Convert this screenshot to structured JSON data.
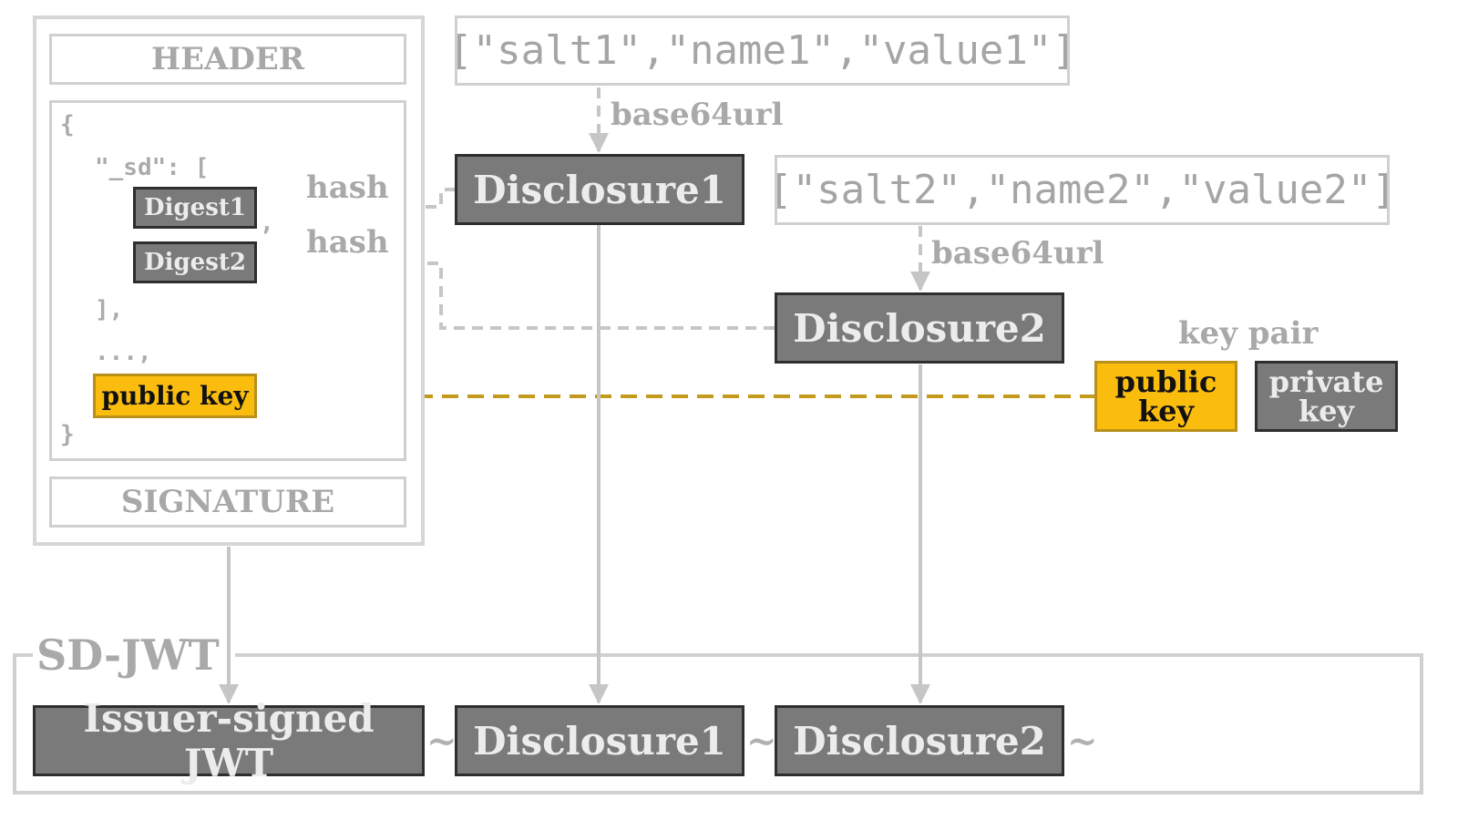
{
  "jwt": {
    "header": "HEADER",
    "signature": "SIGNATURE",
    "payload": {
      "open_brace": "{",
      "sd_line": "\"_sd\": [",
      "digest1": "Digest1",
      "digest1_comma": ",",
      "digest2": "Digest2",
      "array_close": "],",
      "ellipsis": "...,",
      "public_key": "public key",
      "close_brace": "}"
    }
  },
  "disclosure_arrays": {
    "first": "[\"salt1\",\"name1\",\"value1\"]",
    "second": "[\"salt2\",\"name2\",\"value2\"]"
  },
  "edge_labels": {
    "encode1": "base64url",
    "encode2": "base64url",
    "hash1": "hash",
    "hash2": "hash"
  },
  "disclosures": {
    "d1": "Disclosure1",
    "d2": "Disclosure2"
  },
  "key_pair": {
    "title": "key pair",
    "public_line1": "public",
    "public_line2": "key",
    "private_line1": "private",
    "private_line2": "key"
  },
  "sd_jwt": {
    "title": "SD-JWT",
    "issuer_jwt": "Issuer-signed JWT",
    "disclosure1": "Disclosure1",
    "disclosure2": "Disclosure2",
    "separator": "~"
  },
  "colors": {
    "dark_box": "#7a7a7a",
    "gold_box": "#fbbd0d",
    "gold_arrow": "#c49a1c",
    "gray_line": "#c6c6c6"
  }
}
